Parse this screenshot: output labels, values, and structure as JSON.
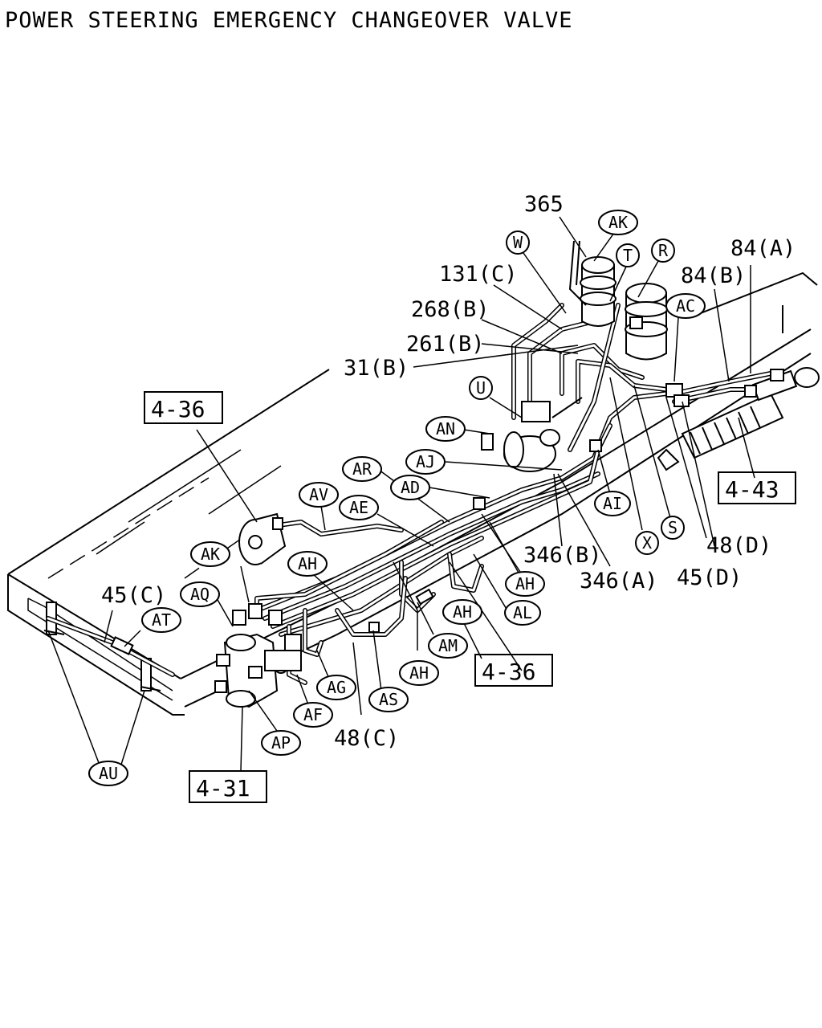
{
  "title": "POWER STEERING EMERGENCY CHANGEOVER VALVE",
  "refs": {
    "r436a": "4-36",
    "r443": "4-43",
    "r436b": "4-36",
    "r431": "4-31"
  },
  "numbers": {
    "n365": "365",
    "n84a": "84(A)",
    "n84b": "84(B)",
    "n131c": "131(C)",
    "n268b": "268(B)",
    "n261b": "261(B)",
    "n31b": "31(B)",
    "n346b": "346(B)",
    "n346a": "346(A)",
    "n45d": "45(D)",
    "n48d": "48(D)",
    "n45c": "45(C)",
    "n48c": "48(C)"
  },
  "callouts": {
    "c_ak_top": "AK",
    "c_w": "W",
    "c_t": "T",
    "c_r": "R",
    "c_ac": "AC",
    "c_u": "U",
    "c_an": "AN",
    "c_aj": "AJ",
    "c_ar": "AR",
    "c_ad": "AD",
    "c_av": "AV",
    "c_ae": "AE",
    "c_ai": "AI",
    "c_x": "X",
    "c_s": "S",
    "c_ak_left": "AK",
    "c_ah1": "AH",
    "c_ah2": "AH",
    "c_ah3": "AH",
    "c_ah4": "AH",
    "c_al": "AL",
    "c_aq": "AQ",
    "c_at": "AT",
    "c_am": "AM",
    "c_ag": "AG",
    "c_as": "AS",
    "c_af": "AF",
    "c_ap": "AP",
    "c_au": "AU"
  }
}
